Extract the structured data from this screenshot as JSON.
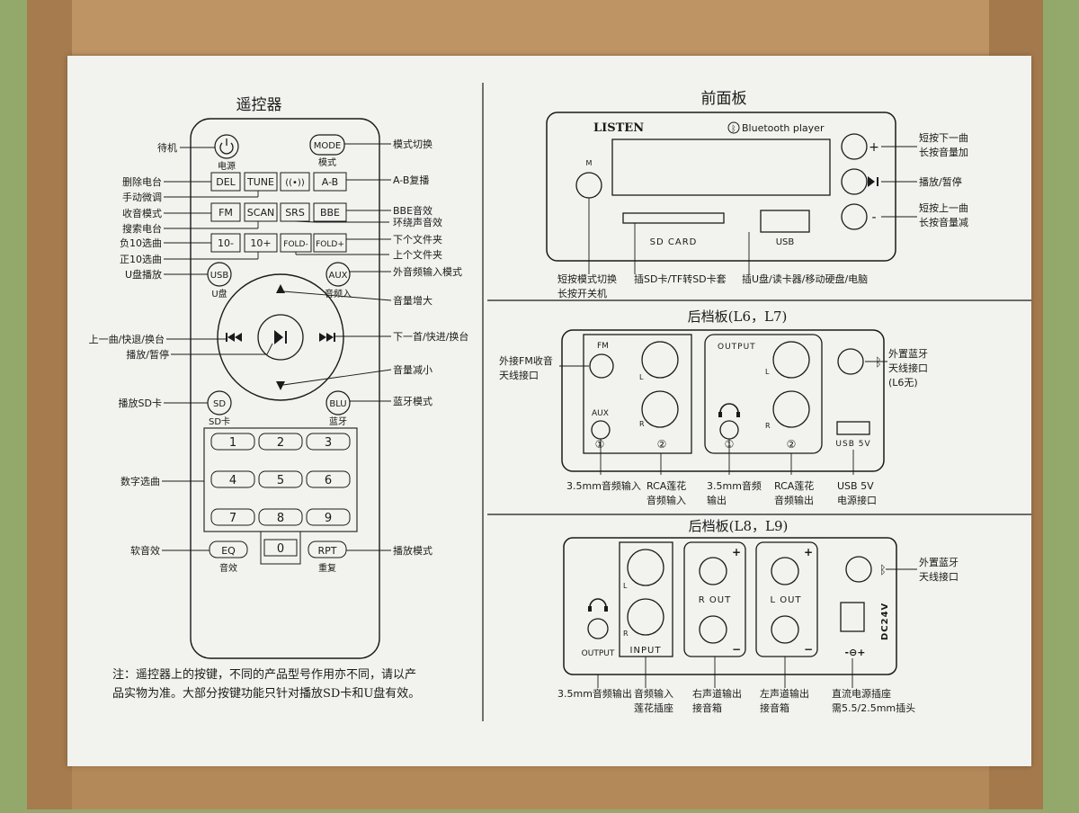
{
  "remote": {
    "title": "遥控器",
    "keys": {
      "power_label": "电源",
      "mode": "MODE",
      "mode_label": "模式",
      "del": "DEL",
      "tune": "TUNE",
      "ab": "A-B",
      "fm": "FM",
      "scan": "SCAN",
      "srs": "SRS",
      "bbe": "BBE",
      "minus10": "10-",
      "plus10": "10+",
      "fold_minus": "FOLD-",
      "fold_plus": "FOLD+",
      "usb": "USB",
      "usb_label": "U盘",
      "aux": "AUX",
      "aux_label": "音频入",
      "sd": "SD",
      "sd_label": "SD卡",
      "blu": "BLU",
      "blu_label": "蓝牙",
      "n1": "1",
      "n2": "2",
      "n3": "3",
      "n4": "4",
      "n5": "5",
      "n6": "6",
      "n7": "7",
      "n8": "8",
      "n9": "9",
      "n0": "0",
      "eq": "EQ",
      "eq_label": "音效",
      "rpt": "RPT",
      "rpt_label": "重复"
    },
    "callouts": {
      "standby": "待机",
      "mode_switch": "模式切换",
      "delete_station": "删除电台",
      "ab_repeat": "A-B复播",
      "manual_tune": "手动微调",
      "radio_mode": "收音模式",
      "bbe_effect": "BBE音效",
      "search_station": "搜索电台",
      "surround": "环绕声音效",
      "minus10_select": "负10选曲",
      "next_folder": "下个文件夹",
      "plus10_select": "正10选曲",
      "prev_folder": "上个文件夹",
      "usb_play": "U盘播放",
      "aux_mode": "外音频输入模式",
      "vol_up": "音量增大",
      "prev": "上一曲/快退/换台",
      "next": "下一首/快进/换台",
      "play_pause": "播放/暂停",
      "vol_down": "音量减小",
      "sd_play": "播放SD卡",
      "bt_mode": "蓝牙模式",
      "number_select": "数字选曲",
      "soft_effect": "软音效",
      "play_mode": "播放模式"
    },
    "note_line1": "注：遥控器上的按键，不同的产品型号作用亦不同，请以产",
    "note_line2": "品实物为准。大部分按键功能只针对播放SD卡和U盘有效。"
  },
  "front": {
    "title": "前面板",
    "brand": "LISTEN",
    "bt_player": "Bluetooth player",
    "m_key": "M",
    "sd_card": "SD CARD",
    "usb": "USB",
    "plus": "+",
    "minus": "-",
    "callouts": {
      "next_line1": "短按下一曲",
      "next_line2": "长按音量加",
      "play_pause": "播放/暂停",
      "prev_line1": "短按上一曲",
      "prev_line2": "长按音量减",
      "mode_line1": "短按模式切换",
      "mode_line2": "长按开关机",
      "sd_insert": "插SD卡/TF转SD卡套",
      "usb_insert": "插U盘/读卡器/移动硬盘/电脑"
    }
  },
  "rear1": {
    "title": "后档板(L6，L7)",
    "fm": "FM",
    "aux": "AUX",
    "l": "L",
    "r": "R",
    "c1": "①",
    "c2": "②",
    "output": "OUTPUT",
    "usb5v": "USB 5V",
    "callouts": {
      "fm_line1": "外接FM收音",
      "fm_line2": "天线接口",
      "bt_line1": "外置蓝牙",
      "bt_line2": "天线接口",
      "bt_line3": "(L6无)",
      "aux_in": "3.5mm音频输入",
      "rca_in_line1": "RCA莲花",
      "rca_in_line2": "音频输入",
      "jack_out_line1": "3.5mm音频",
      "jack_out_line2": "输出",
      "rca_out_line1": "RCA莲花",
      "rca_out_line2": "音频输出",
      "usb_line1": "USB 5V",
      "usb_line2": "电源接口"
    }
  },
  "rear2": {
    "title": "后档板(L8，L9)",
    "output": "OUTPUT",
    "input": "INPUT",
    "l": "L",
    "r": "R",
    "r_out": "R OUT",
    "l_out": "L OUT",
    "plus": "+",
    "minus": "−",
    "dc24v": "DC24V",
    "polarity": "-⊖+",
    "callouts": {
      "jack_out": "3.5mm音频输出",
      "rca_in_line1": "音频输入",
      "rca_in_line2": "莲花插座",
      "r_out_line1": "右声道输出",
      "r_out_line2": "接音箱",
      "l_out_line1": "左声道输出",
      "l_out_line2": "接音箱",
      "dc_line1": "直流电源插座",
      "dc_line2": "需5.5/2.5mm插头",
      "bt_line1": "外置蓝牙",
      "bt_line2": "天线接口"
    }
  }
}
